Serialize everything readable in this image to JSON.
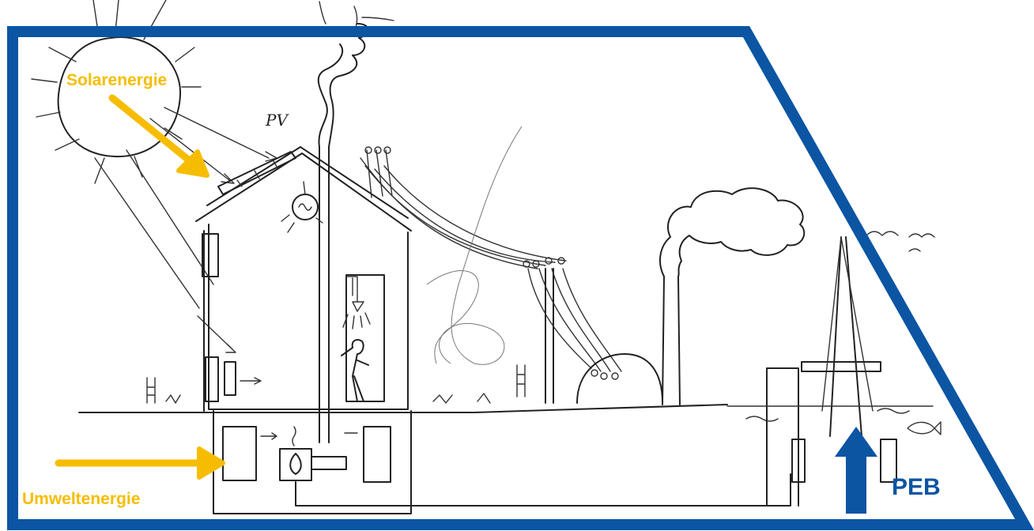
{
  "labels": {
    "solar_energy": "Solarenergie",
    "environment_energy": "Umweltenergie",
    "peb": "PEB",
    "pv": "PV"
  },
  "colors": {
    "frame": "#0b55a3",
    "energy_arrow": "#f6bd00",
    "peb_arrow": "#0b55a3",
    "sketch": "#222222"
  },
  "icons": [
    "sun-icon",
    "house-sketch",
    "chimney-smoke",
    "power-line",
    "power-plant",
    "offshore-platform",
    "fish-icon",
    "birds-icon",
    "flame-icon",
    "lightbulb-icon",
    "shower-icon"
  ]
}
